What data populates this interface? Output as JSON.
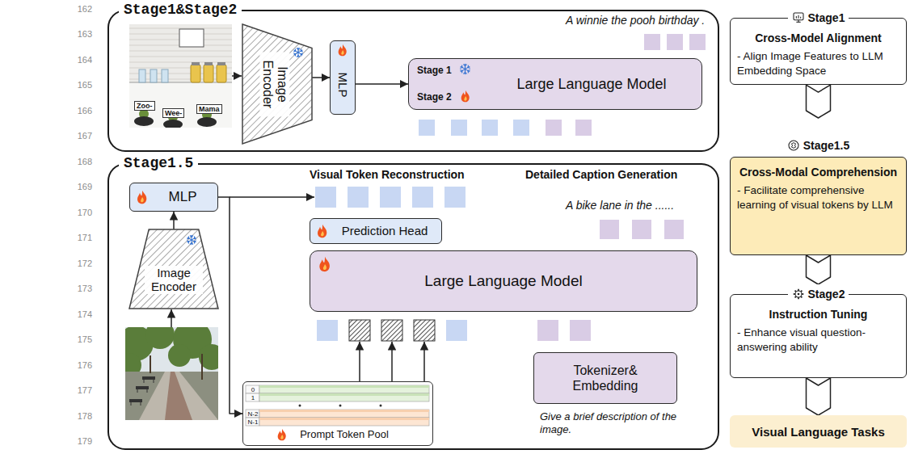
{
  "diagram": {
    "nodes": [
      {
        "text": [
          "Stage1&Stage2"
        ]
      },
      {
        "text": [
          "Image Encoder"
        ],
        "in": 0
      },
      {
        "text": [
          "MLP"
        ],
        "in": 0
      },
      {
        "text": [
          "Stage 1",
          "Stage 2",
          "Large Language Model"
        ],
        "in": 0
      },
      {
        "text": [
          "Stage1.5"
        ]
      },
      {
        "text": [
          "MLP"
        ],
        "in": 4
      },
      {
        "text": [
          "Image Encoder"
        ],
        "in": 4
      },
      {
        "text": [
          "Prediction Head"
        ],
        "in": 4
      },
      {
        "text": [
          "Large Language Model"
        ],
        "in": 4
      },
      {
        "text": [
          "Tokenizer& Embedding"
        ],
        "in": 4
      },
      {
        "text": [
          "Prompt Token Pool"
        ],
        "in": 4
      },
      {
        "text": [
          "Stage1",
          "Cross-Model Alignment",
          "- Align Image Features to LLM Embedding Space"
        ]
      },
      {
        "text": [
          "Stage1.5",
          "Cross-Modal Comprehension",
          "- Facilitate comprehensive learning of visual tokens by LLM"
        ]
      },
      {
        "text": [
          "Stage2",
          "Instruction Tuning",
          "- Enhance visual question-answering ability"
        ]
      },
      {
        "text": [
          "Visual Language Tasks"
        ]
      }
    ],
    "edges": [
      {
        "from": 1,
        "to": 2,
        "arrow": "to"
      },
      {
        "from": 2,
        "to": 3,
        "arrow": "to"
      },
      {
        "from": 6,
        "to": 5,
        "arrow": "to"
      },
      {
        "from": 5,
        "to": 10,
        "arrow": "to"
      },
      {
        "from": 11,
        "to": 12,
        "arrow": "to"
      },
      {
        "from": 12,
        "to": 13,
        "arrow": "to"
      },
      {
        "from": 13,
        "to": 14,
        "arrow": "to"
      }
    ],
    "labels": [
      "162",
      "163",
      "164",
      "165",
      "166",
      "167",
      "168",
      "169",
      "170",
      "171",
      "172",
      "173",
      "174",
      "175",
      "176",
      "177",
      "178",
      "179",
      "A winnie the pooh birthday .",
      "Zoo-",
      "Wee-",
      "Mama",
      "Visual Token Reconstruction",
      "Detailed Caption Generation",
      "A bike lane in the ......",
      "Give a brief description of the image.",
      "0",
      "1",
      "N-2",
      "N-1"
    ]
  }
}
